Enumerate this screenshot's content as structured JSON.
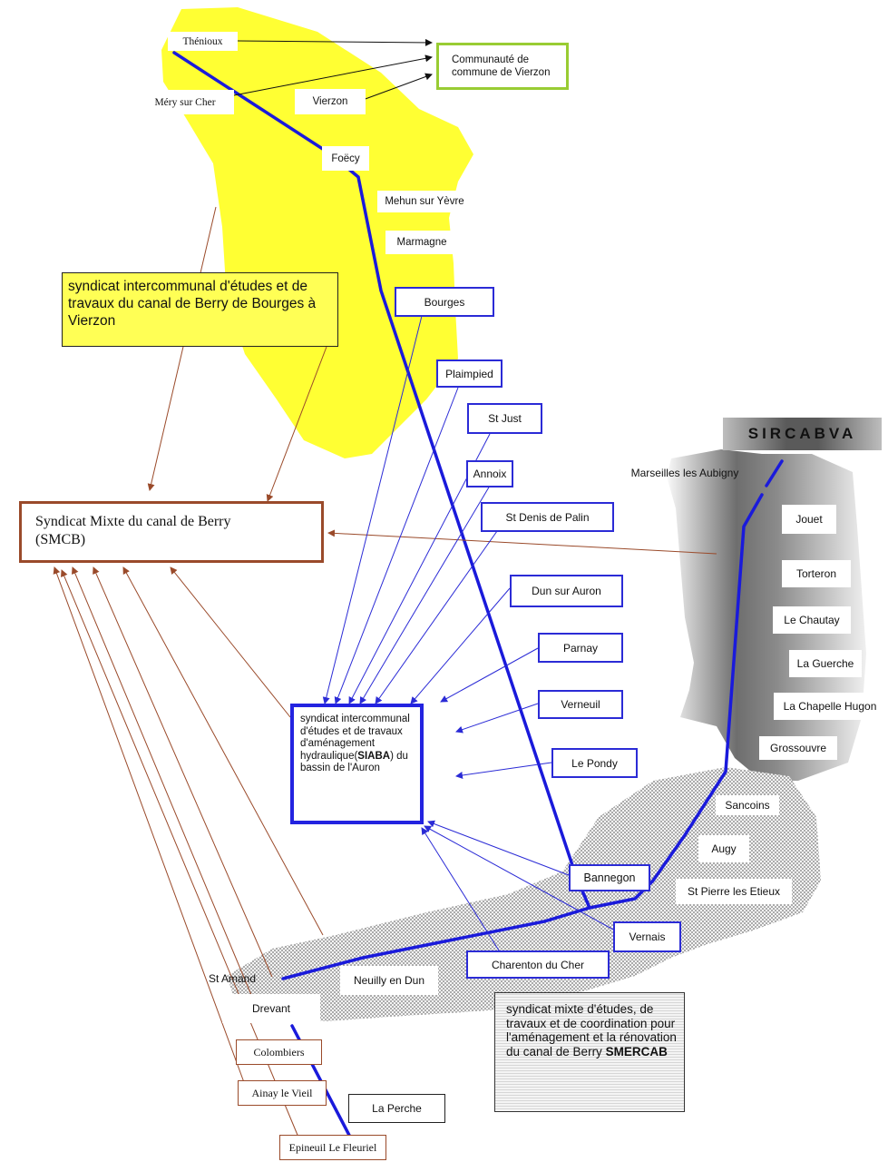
{
  "labels": {
    "thenioux": "Thénioux",
    "mery": "Méry sur Cher",
    "vierzon": "Vierzon",
    "foecy": "Foëcy",
    "mehun": "Mehun sur Yèvre",
    "marmagne": "Marmagne",
    "bourges": "Bourges",
    "plaimpied": "Plaimpied",
    "stjust": "St Just",
    "annoix": "Annoix",
    "stdenis": "St Denis de Palin",
    "dun": "Dun sur Auron",
    "parnay": "Parnay",
    "verneuil": "Verneuil",
    "lepondy": "Le Pondy",
    "bannegon": "Bannegon",
    "vernais": "Vernais",
    "charenton": "Charenton du Cher",
    "stamand": "St Amand",
    "neuilly": "Neuilly en Dun",
    "drevant": "Drevant",
    "colombiers": "Colombiers",
    "ainay": "Ainay le Vieil",
    "laperche": "La Perche",
    "epineuil": "Epineuil Le Fleuriel",
    "marseilles": "Marseilles les Aubigny",
    "jouet": "Jouet",
    "torteron": "Torteron",
    "chautay": "Le Chautay",
    "guerche": "La Guerche",
    "chapelle": "La Chapelle Hugon",
    "grossouvre": "Grossouvre",
    "sancoins": "Sancoins",
    "augy": "Augy",
    "stpierre": "St Pierre les Etieux"
  },
  "orgs": {
    "communaute": "Communauté de commune de Vierzon",
    "siet": "syndicat intercommunal d'études et de travaux du canal de Berry de Bourges à Vierzon",
    "smcb": "Syndicat Mixte du canal de Berry (SMCB)",
    "siaba_pre": "syndicat intercommunal d'études et de travaux d'aménagement hydraulique(",
    "siaba_abbr": "SIABA",
    "siaba_post": ") du bassin de l'Auron",
    "sircabva": "SIRCABVA",
    "smercab_pre": "syndicat mixte d'études, de travaux et de coordination pour l'aménagement et la rénovation du canal de Berry ",
    "smercab_abbr": "SMERCAB"
  },
  "colors": {
    "canal": "#1a1adb",
    "yellow": "#ffff33",
    "brown": "#9a4a2a",
    "green": "#99cc33"
  }
}
